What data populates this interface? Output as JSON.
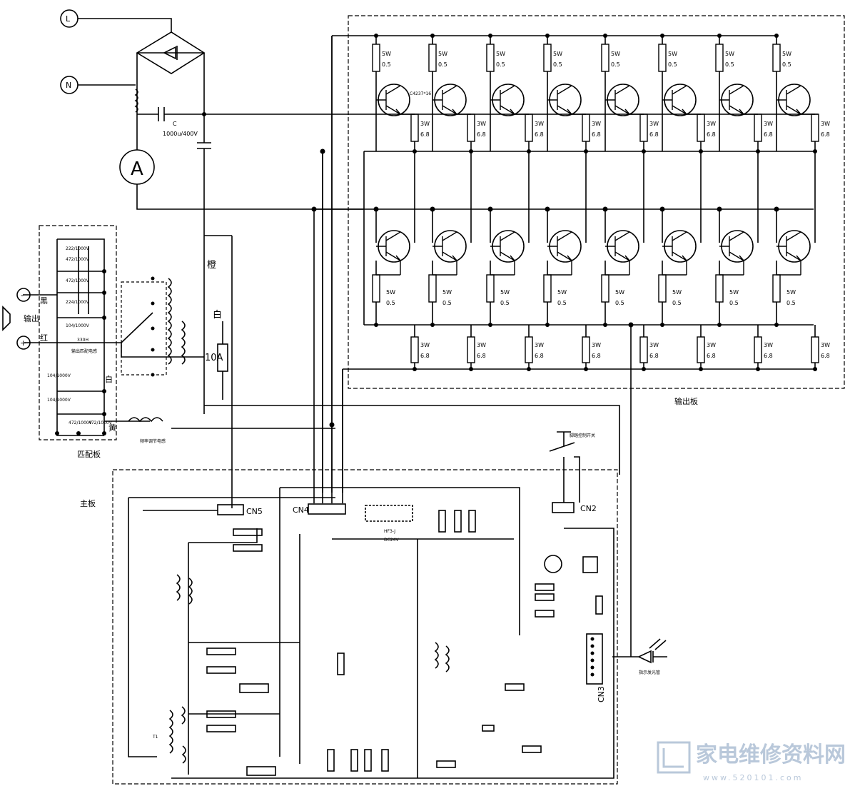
{
  "terminals": {
    "L": "L",
    "N": "N"
  },
  "ammeter": "A",
  "input_cap": {
    "name": "C",
    "value": "1000u/400V"
  },
  "output_board": {
    "label": "输出板",
    "upper_resistor": {
      "power": "5W",
      "value": "0.5"
    },
    "emitter_resistor": {
      "power": "3W",
      "value": "6.8"
    },
    "transistor_part": "C4237*16",
    "columns": 8
  },
  "match_board": {
    "label": "匹配板",
    "black": "黑",
    "red": "红",
    "output": "输出",
    "minus": "-",
    "plus": "+",
    "caps": [
      "222/1000V",
      "472/1000V",
      "472/1000V",
      "224/1000V",
      "104/1000V",
      "104/1000V",
      "104/1000V",
      "472/1000V",
      "472/1000V"
    ],
    "inductor_value": "330H",
    "inductor_label": "输出匹配电感",
    "white": "白",
    "yellow": "黄",
    "tuning_inductor": "频率调节电感"
  },
  "wire_colors": {
    "orange": "橙",
    "white": "白"
  },
  "fuse": "10A",
  "main_board": {
    "label": "主板",
    "connectors": {
      "cn5": "CN5",
      "cn4": "CN4",
      "cn2": "CN2",
      "cn3": "CN3"
    },
    "relay": "HF3-J",
    "relay_voltage": "DC24V",
    "pedal_switch": "脚踏控制开关",
    "indicator": "指示发光管",
    "transformer": "T1"
  },
  "watermark": {
    "logo_text": "家电维修资料网",
    "url": "www.520101.com"
  }
}
